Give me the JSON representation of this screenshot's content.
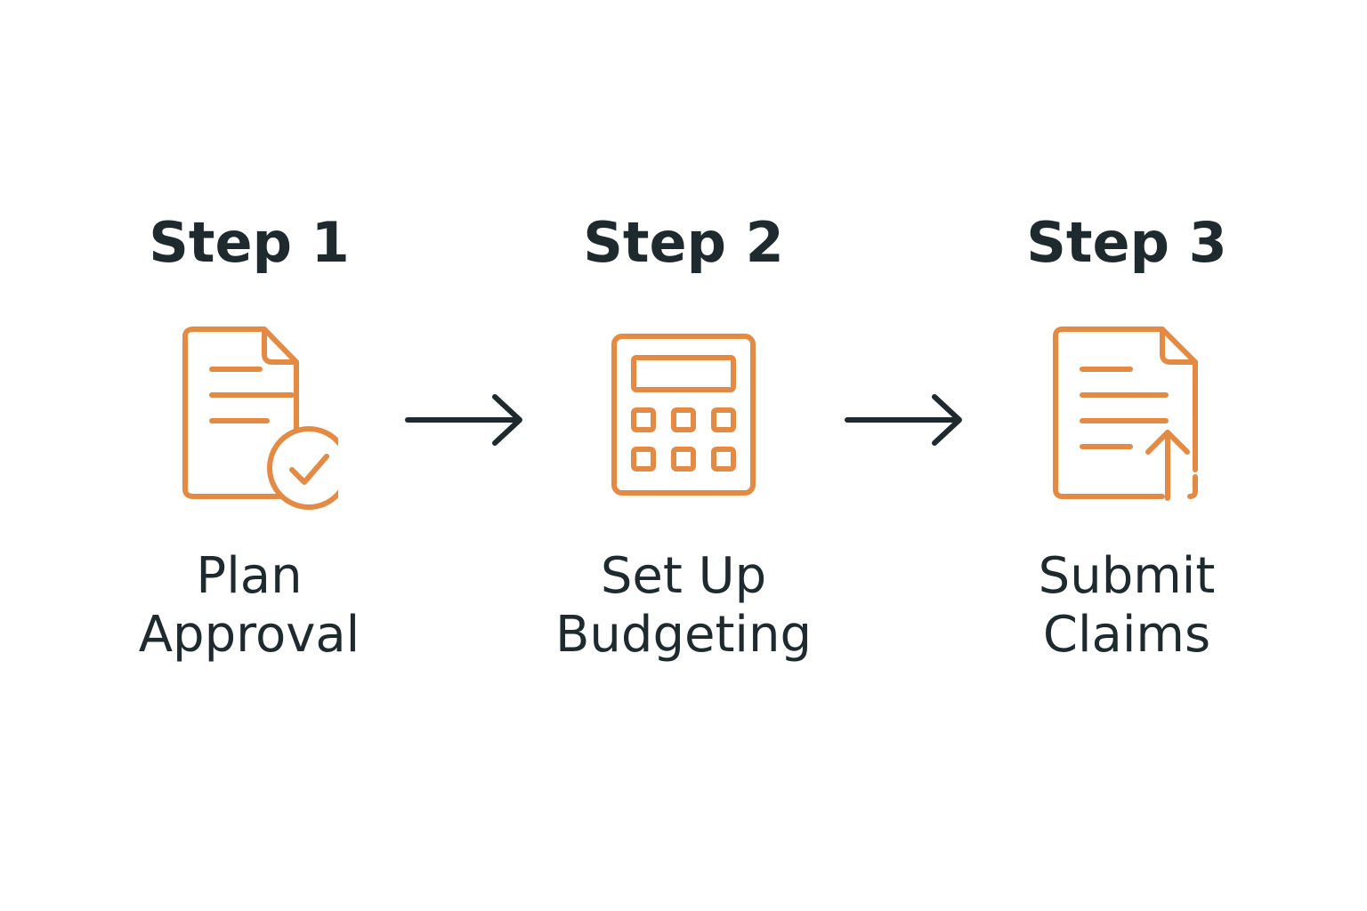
{
  "colors": {
    "accent": "#e38a45",
    "text": "#1f2a2e",
    "background": "#ffffff"
  },
  "steps": [
    {
      "title": "Step 1",
      "label_line1": "Plan",
      "label_line2": "Approval",
      "icon": "document-check-icon"
    },
    {
      "title": "Step 2",
      "label_line1": "Set Up",
      "label_line2": "Budgeting",
      "icon": "calculator-icon"
    },
    {
      "title": "Step 3",
      "label_line1": "Submit",
      "label_line2": "Claims",
      "icon": "document-upload-icon"
    }
  ],
  "connectors": [
    {
      "icon": "arrow-right-icon"
    },
    {
      "icon": "arrow-right-icon"
    }
  ]
}
